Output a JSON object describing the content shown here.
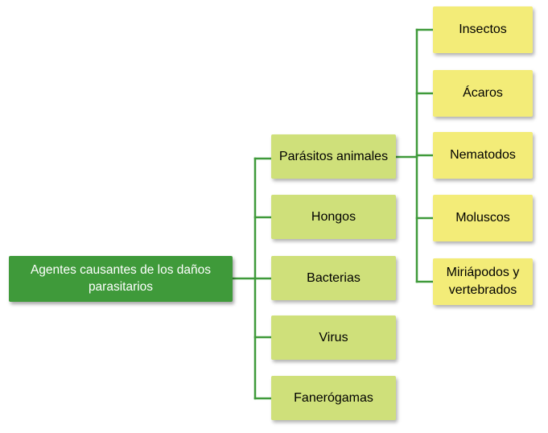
{
  "colors": {
    "root_fill": "#3f9a3a",
    "root_text": "#ffffff",
    "category_fill": "#cfe07a",
    "subcategory_fill": "#f3ec78",
    "connector": "#3f9a3a"
  },
  "root": {
    "label": "Agentes causantes de los daños parasitarios"
  },
  "categories": [
    {
      "label": "Parásitos animales"
    },
    {
      "label": "Hongos"
    },
    {
      "label": "Bacterias"
    },
    {
      "label": "Virus"
    },
    {
      "label": "Fanerógamas"
    }
  ],
  "animal_parasites": [
    {
      "label": "Insectos"
    },
    {
      "label": "Ácaros"
    },
    {
      "label": "Nematodos"
    },
    {
      "label": "Moluscos"
    },
    {
      "label": "Miriápodos y vertebrados"
    }
  ]
}
